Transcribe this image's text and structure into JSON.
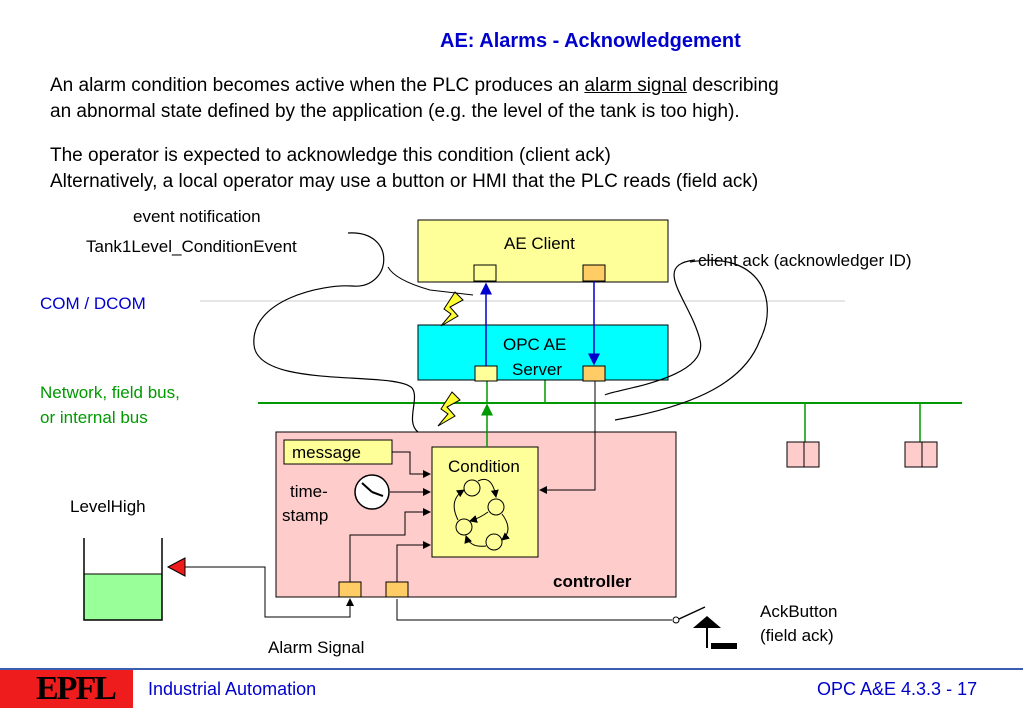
{
  "title": "AE: Alarms - Acknowledgement",
  "paragraph1": {
    "line1_prefix": "An alarm condition becomes active when the PLC produces an ",
    "line1_link": "alarm signal",
    "line1_suffix": " describing",
    "line2": "an abnormal state defined by the application (e.g. the level of the tank is too high)."
  },
  "paragraph2": {
    "line1": "The operator is expected to acknowledge this condition (client ack)",
    "line2": "Alternatively, a local operator may use a button or HMI that the PLC reads (field ack)"
  },
  "diagram": {
    "event_notification": "event notification",
    "event_name": "Tank1Level_ConditionEvent",
    "client_ack": "client ack (acknowledger ID)",
    "com_dcom": "COM / DCOM",
    "network_line1": "Network, field bus,",
    "network_line2": "or internal bus",
    "ae_client": "AE Client",
    "opc_server_line1": "OPC AE",
    "opc_server_line2": "Server",
    "message": "message",
    "time_stamp_line1": "time-",
    "time_stamp_line2": "stamp",
    "condition": "Condition",
    "controller": "controller",
    "level_high": "LevelHigh",
    "alarm_signal": "Alarm Signal",
    "ack_button_line1": "AckButton",
    "ack_button_line2": "(field ack)"
  },
  "colors": {
    "title_blue": "#0000cc",
    "client_fill": "#ffff99",
    "server_fill": "#00ffff",
    "controller_fill": "#ffcccc",
    "bus_green": "#009900",
    "tank_fluid": "#99ff99",
    "logo_red": "#ee1c1c"
  },
  "footer": {
    "logo": "EPFL",
    "left": "Industrial Automation",
    "right": "OPC A&E 4.3.3 - 17"
  }
}
